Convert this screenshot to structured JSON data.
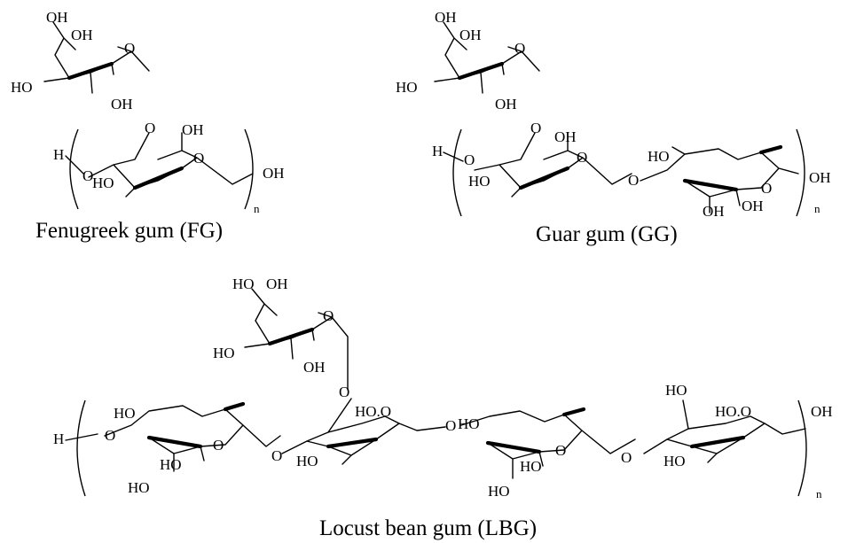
{
  "captions": {
    "fg": "Fenugreek gum (FG)",
    "gg": "Guar gum (GG)",
    "lbg": "Locust bean gum (LBG)"
  },
  "atoms": {
    "oh": "OH",
    "ho": "HO",
    "o": "O",
    "h": "H",
    "n": "n",
    "hoo": "HO.O"
  }
}
